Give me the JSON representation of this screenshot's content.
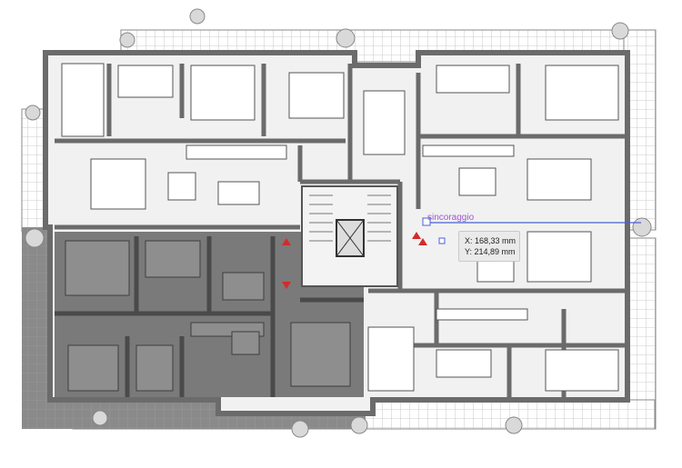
{
  "snap": {
    "label": "sincoraggio"
  },
  "cursor_readout": {
    "x": "X: 168,33 mm",
    "y": "Y: 214,89 mm"
  },
  "colors": {
    "wall": "#6b6b6b",
    "floor": "#efefef",
    "highlight": "#6a6a6a",
    "balcony_grid": "#b8b8b8",
    "marker": "#d22b2b",
    "guide": "#4a5fd8",
    "snap_text": "#9b59d0"
  }
}
